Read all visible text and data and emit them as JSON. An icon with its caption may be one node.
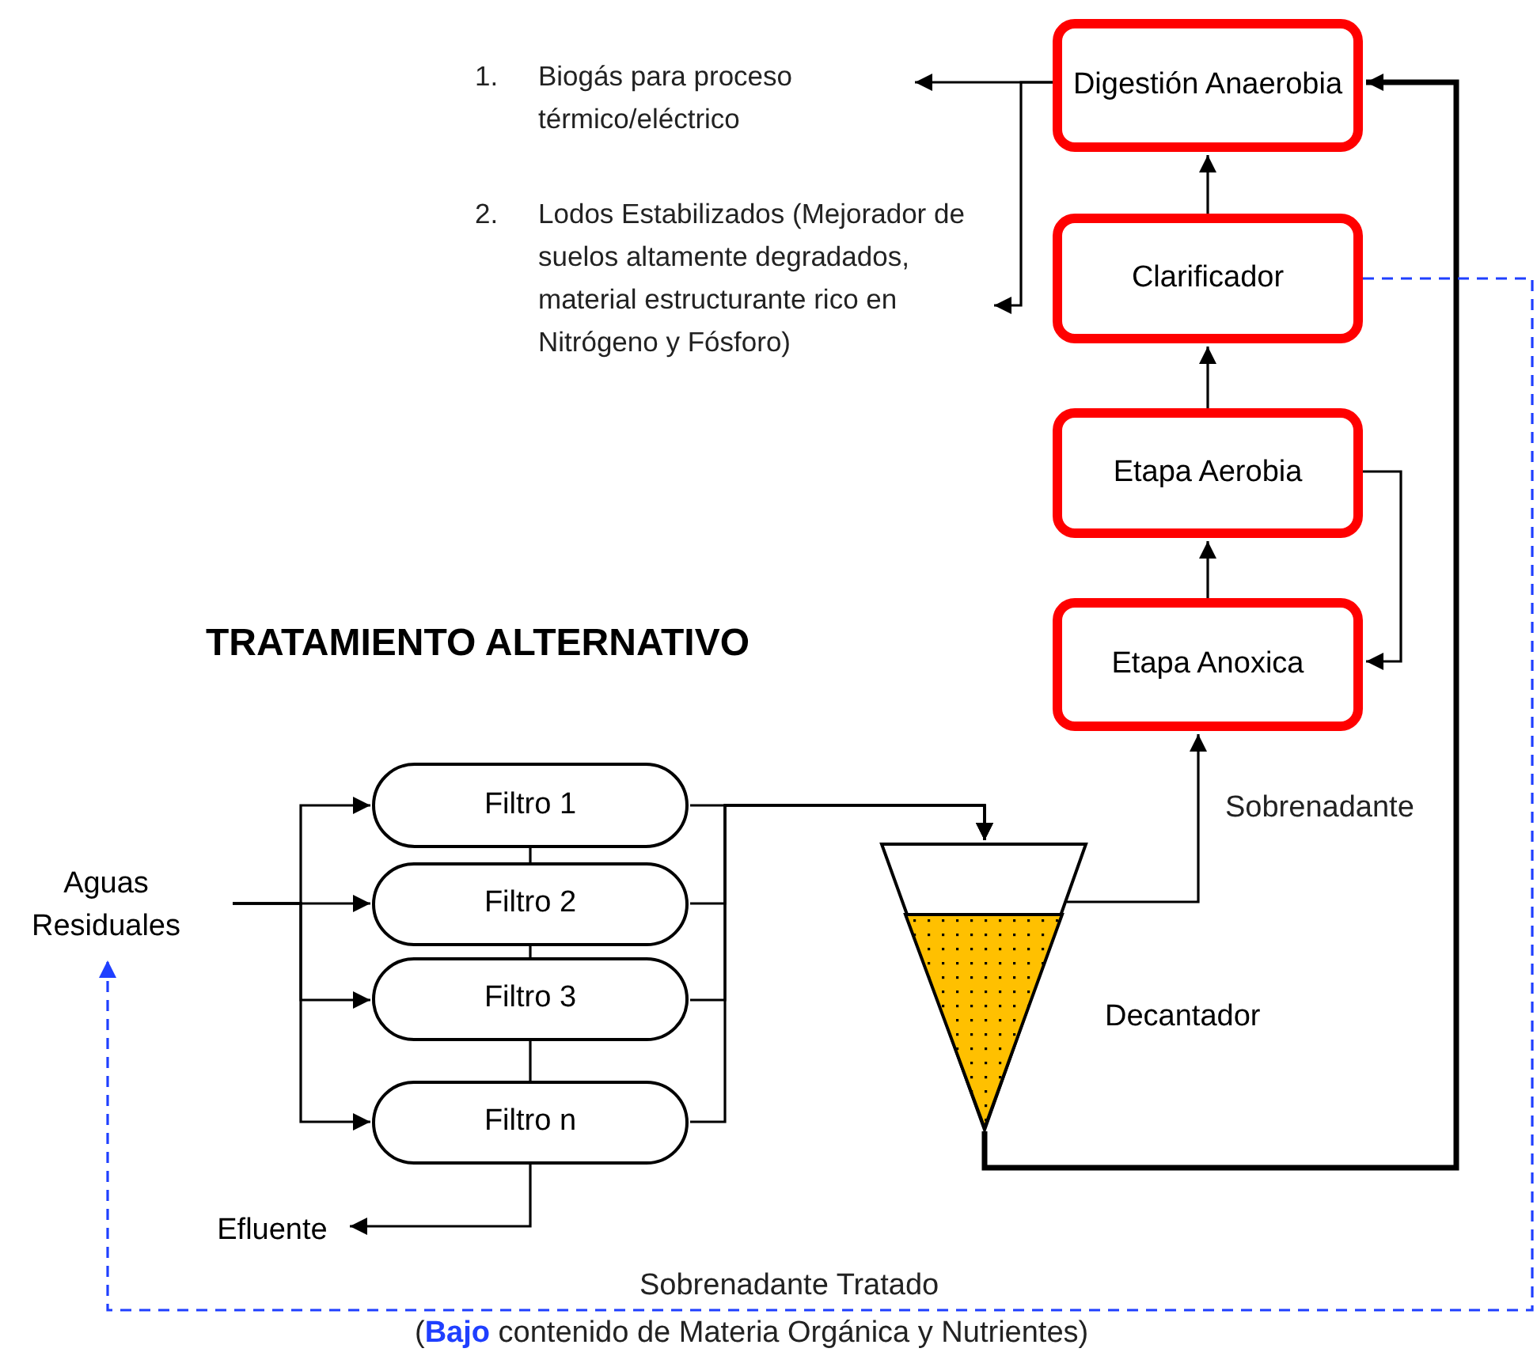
{
  "diagram": {
    "title": "TRATAMIENTO ALTERNATIVO",
    "nodes": [
      {
        "text": [
          "Digestión Anaerobia"
        ]
      },
      {
        "text": [
          "Clarificador"
        ]
      },
      {
        "text": [
          "Etapa Aerobia"
        ]
      },
      {
        "text": [
          "Etapa Anoxica"
        ]
      },
      {
        "text": [
          "1.",
          "Biogás para proceso térmico/eléctrico"
        ]
      },
      {
        "text": [
          "2.",
          "Lodos Estabilizados (Mejorador de suelos altamente degradados, material estructurante rico en Nitrógeno y Fósforo)"
        ]
      },
      {
        "text": [
          "Aguas Residuales"
        ]
      },
      {
        "text": [
          "Filtro 1"
        ]
      },
      {
        "text": [
          "Filtro 2"
        ]
      },
      {
        "text": [
          "Filtro 3"
        ]
      },
      {
        "text": [
          "Filtro n"
        ]
      },
      {
        "text": [
          "Efluente"
        ]
      },
      {
        "text": [],
        "shape": "funnel",
        "beside": [
          "Decantador"
        ]
      }
    ],
    "edges": [
      {
        "from": 6,
        "to": 7,
        "arrow": "to"
      },
      {
        "from": 6,
        "to": 8,
        "arrow": "to"
      },
      {
        "from": 6,
        "to": 9,
        "arrow": "to"
      },
      {
        "from": 6,
        "to": 10,
        "arrow": "to"
      },
      {
        "from": 7,
        "to": 12,
        "arrow": "to"
      },
      {
        "from": 8,
        "to": 12,
        "arrow": "to"
      },
      {
        "from": 9,
        "to": 12,
        "arrow": "to"
      },
      {
        "from": 10,
        "to": 12,
        "arrow": "to"
      },
      {
        "from": 7,
        "to": 8,
        "arrow": "none"
      },
      {
        "from": 8,
        "to": 9,
        "arrow": "none"
      },
      {
        "from": 9,
        "to": 10,
        "arrow": "none"
      },
      {
        "from": 10,
        "to": 11,
        "arrow": "to"
      },
      {
        "from": 12,
        "to": 3,
        "arrow": "to",
        "label": "Sobrenadante"
      },
      {
        "from": 12,
        "to": 0,
        "arrow": "to",
        "style": "thick"
      },
      {
        "from": 3,
        "to": 2,
        "arrow": "to"
      },
      {
        "from": 2,
        "to": 1,
        "arrow": "to"
      },
      {
        "from": 1,
        "to": 0,
        "arrow": "to"
      },
      {
        "from": 2,
        "to": 3,
        "arrow": "to"
      },
      {
        "from": 0,
        "to": 4,
        "arrow": "to"
      },
      {
        "from": 0,
        "to": 5,
        "arrow": "to"
      },
      {
        "from": 1,
        "to": 6,
        "arrow": "to",
        "label": "Sobrenadante Tratado",
        "style": "dashed",
        "color": "#1f3fff"
      }
    ],
    "labels": [
      "(**Bajo** contenido de Materia Orgánica y Nutrientes)"
    ]
  }
}
